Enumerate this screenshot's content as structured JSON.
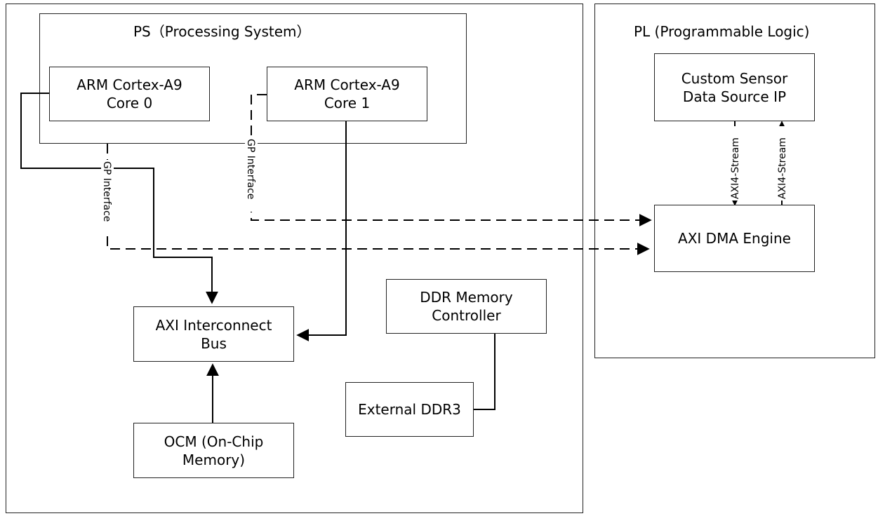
{
  "regions": {
    "ps_outer": {
      "title": ""
    },
    "ps_inner": {
      "title": "PS（Processing System）"
    },
    "pl": {
      "title": "PL (Programmable Logic)"
    }
  },
  "blocks": {
    "core0": "ARM Cortex-A9\nCore 0",
    "core1": "ARM Cortex-A9\nCore 1",
    "axi_interconnect": "AXI Interconnect\nBus",
    "ocm": "OCM (On-Chip\nMemory)",
    "ddr_controller": "DDR Memory\nController",
    "external_ddr3": "External DDR3",
    "sensor_ip": "Custom Sensor\nData Source IP",
    "axi_dma": "AXI DMA Engine"
  },
  "edge_labels": {
    "gp_interface_core0": "GP Interface",
    "gp_interface_core1": "GP Interface",
    "axi4_stream_down": "AXI4-Stream",
    "axi4_stream_up": "AXI4-Stream"
  }
}
